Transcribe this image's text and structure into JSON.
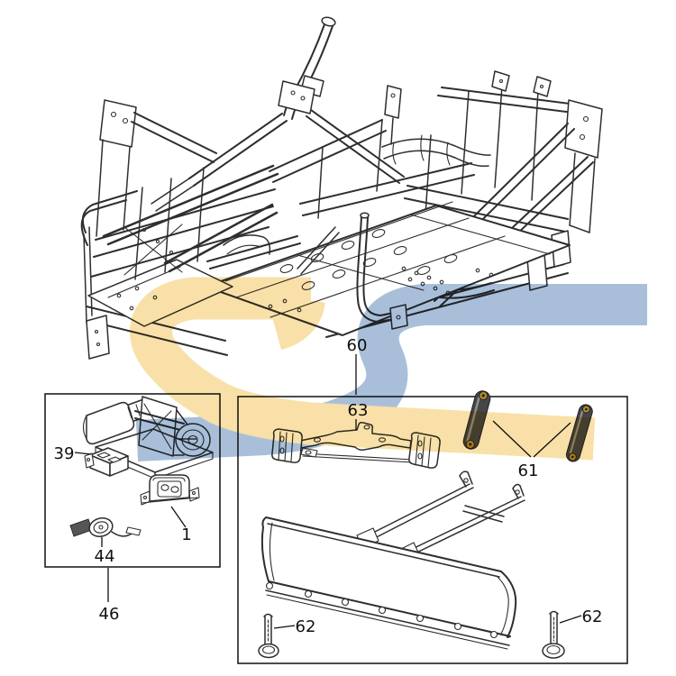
{
  "figure": {
    "type": "exploded-parts-diagram",
    "subject": "UTV chassis frame with winch kit and snow plow kit",
    "background": "#ffffff"
  },
  "palette": {
    "line_art": "#2e2e2e",
    "callout": "#111111",
    "watermark_tan": "#F8E0A8",
    "watermark_blue": "#A9BFD9",
    "shock_body": "#464646",
    "shock_highlight": "#8f8f8f",
    "shock_eyelet": "#b28d2c"
  },
  "labels": {
    "l60": "60",
    "l63": "63",
    "l61": "61",
    "l62_left": "62",
    "l62_right": "62",
    "l39": "39",
    "l1": "1",
    "l44": "44",
    "l46": "46"
  },
  "callouts": [
    {
      "id": "60",
      "refers_to": "plow-mount-parts-box"
    },
    {
      "id": "63",
      "refers_to": "mounting-bracket"
    },
    {
      "id": "61",
      "refers_to": "gas-springs-pair"
    },
    {
      "id": "62",
      "refers_to": "j-bolt-left"
    },
    {
      "id": "62",
      "refers_to": "j-bolt-right"
    },
    {
      "id": "39",
      "refers_to": "winch-contactor"
    },
    {
      "id": "1",
      "refers_to": "rocker-switch"
    },
    {
      "id": "44",
      "refers_to": "remote-thumb-control"
    },
    {
      "id": "46",
      "refers_to": "winch-kit-box"
    }
  ],
  "illustrations": [
    "chassis-frame",
    "winch-assembly",
    "winch-contactor",
    "rocker-switch",
    "remote-thumb-control",
    "mounting-bracket",
    "gas-spring-left",
    "gas-spring-right",
    "plow-blade-with-push-frame",
    "j-bolt-left",
    "j-bolt-right"
  ]
}
